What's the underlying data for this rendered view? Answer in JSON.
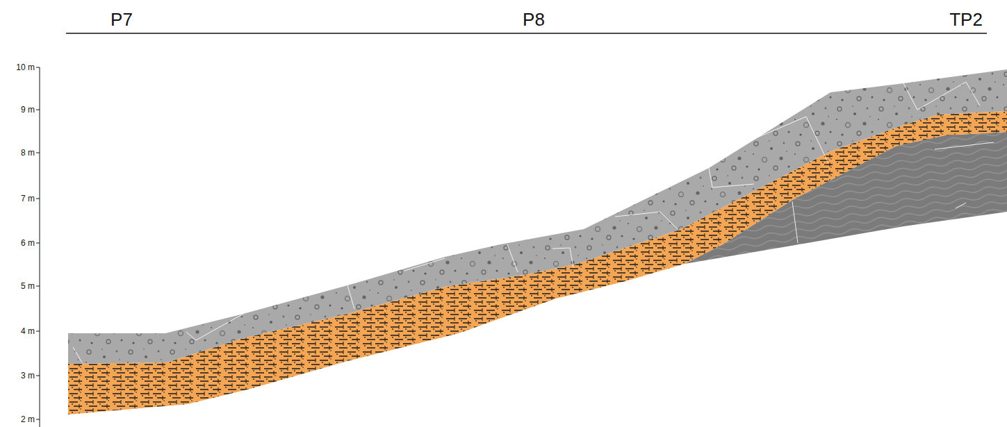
{
  "diagram": {
    "labels": [
      "P7",
      "P8",
      "TP2",
      "10 m",
      "9 m",
      "8 m",
      "7 m",
      "6 m",
      "5 m",
      "4 m",
      "3 m",
      "2 m"
    ]
  }
}
